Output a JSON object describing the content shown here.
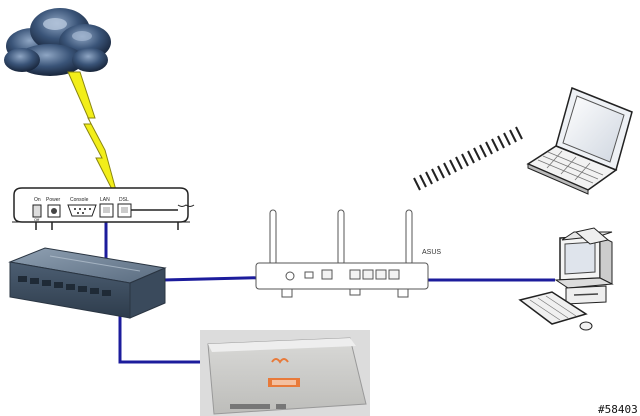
{
  "modem": {
    "labels": [
      "On",
      "Off",
      "Power",
      "Console",
      "LAN",
      "DSL"
    ]
  },
  "router": {
    "brand": "ASUS"
  },
  "watermark": "#58403",
  "colors": {
    "cable": "#1c1c9c",
    "lightning": "#f2ee1a",
    "cloud": "#243a5a",
    "switch": "#5f7287",
    "background": "#ffffff"
  },
  "icons": [
    "storm-cloud-icon",
    "lightning-bolt-icon",
    "wifi-signal-icon",
    "laptop-icon",
    "desktop-computer-icon"
  ]
}
